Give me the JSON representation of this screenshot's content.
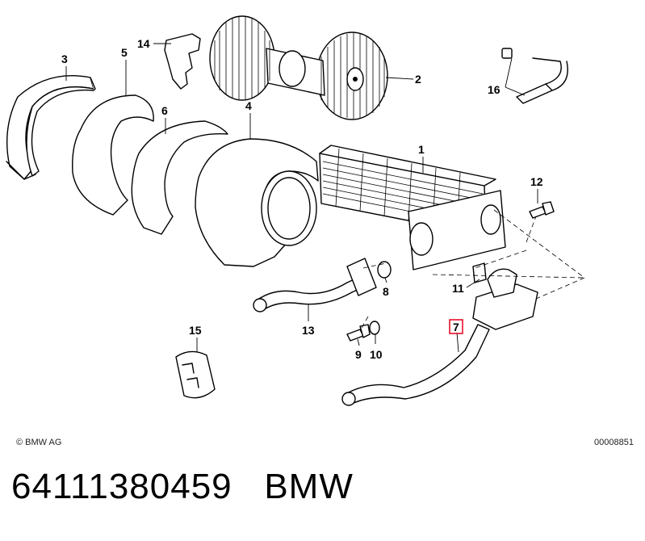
{
  "callouts": {
    "c1": "1",
    "c2": "2",
    "c3": "3",
    "c4": "4",
    "c5": "5",
    "c6": "6",
    "c7": "7",
    "c8": "8",
    "c9": "9",
    "c10": "10",
    "c11": "11",
    "c12": "12",
    "c13": "13",
    "c14": "14",
    "c15": "15",
    "c16": "16"
  },
  "highlight_color": "#e8001c",
  "footer": {
    "copyright": "© BMW AG",
    "image_code": "00008851"
  },
  "part_number_line": "64111380459   BMW"
}
